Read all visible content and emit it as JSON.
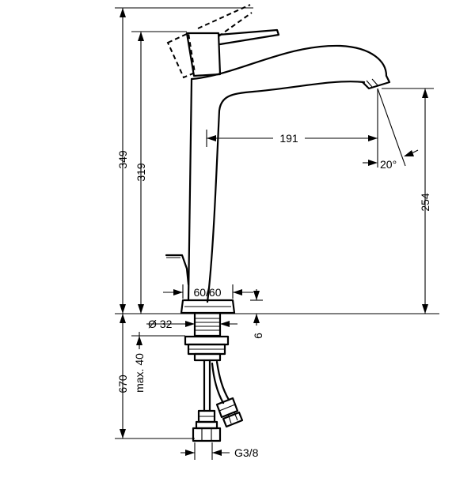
{
  "colors": {
    "line": "#000000",
    "background": "#ffffff"
  },
  "dimensions": {
    "total_height": "349",
    "spout_height": "319",
    "spout_reach": "191",
    "spout_angle": "20°",
    "outlet_height": "254",
    "base_size": "60/60",
    "hole_diameter": "Ø 32",
    "base_step": "6",
    "hose_length": "670",
    "max_thickness": "max. 40",
    "connection_thread": "G3/8"
  }
}
